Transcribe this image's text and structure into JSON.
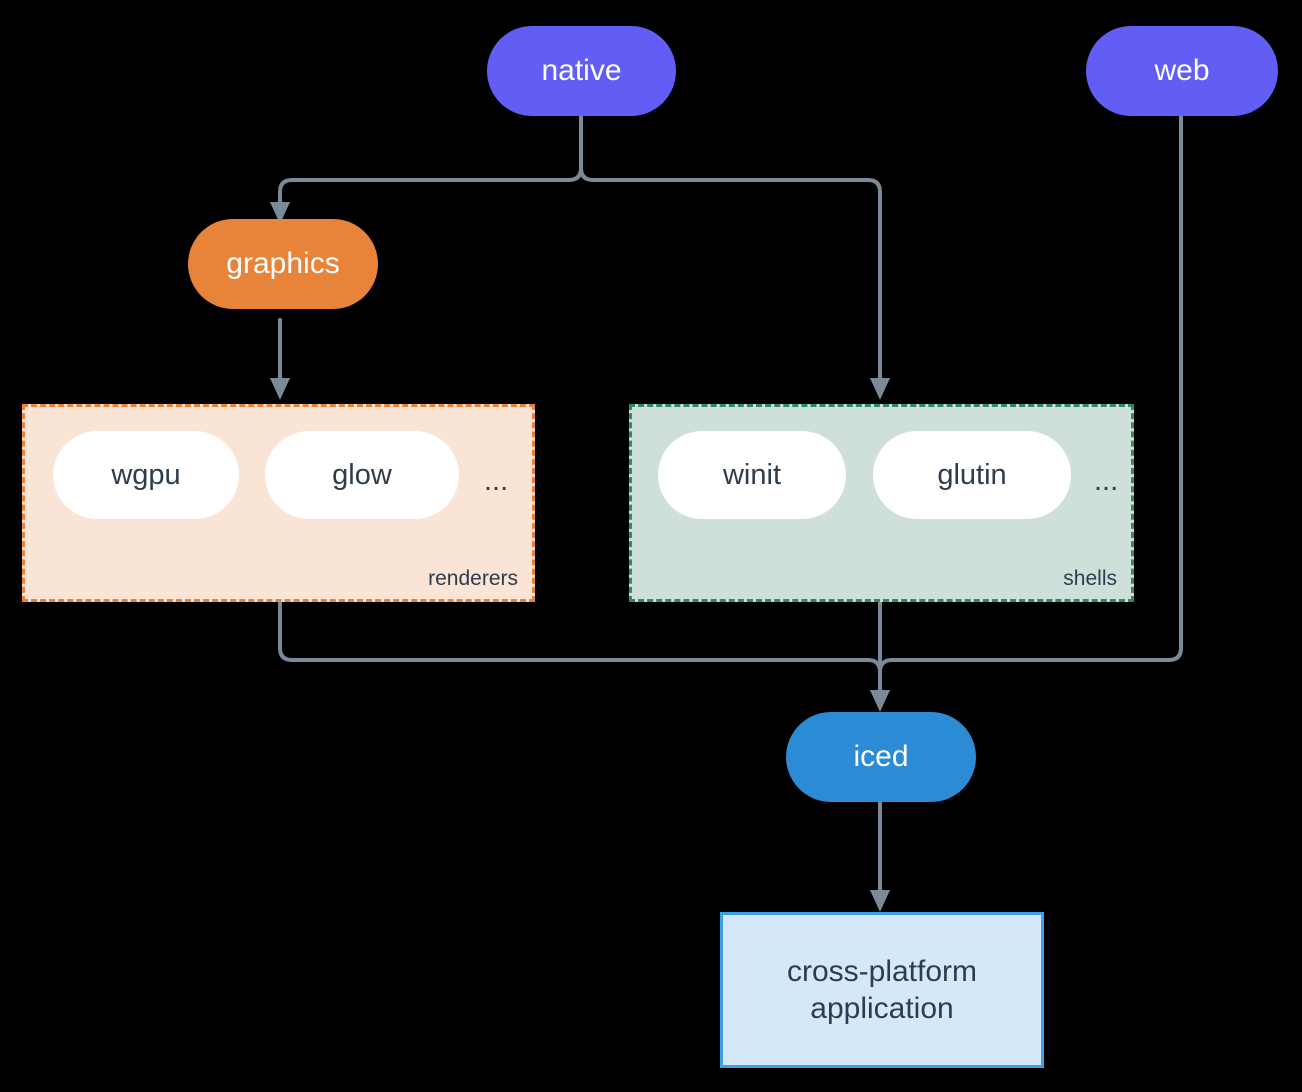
{
  "diagram": {
    "type": "flowchart",
    "direction": "top-down",
    "background": "#000000",
    "edge_color": "#7b8a99",
    "nodes": {
      "native": {
        "label": "native",
        "shape": "stadium",
        "fill": "#625df5",
        "text_color": "#ffffff"
      },
      "web": {
        "label": "web",
        "shape": "stadium",
        "fill": "#625df5",
        "text_color": "#ffffff"
      },
      "graphics": {
        "label": "graphics",
        "shape": "stadium",
        "fill": "#e8833a",
        "text_color": "#ffffff"
      },
      "iced": {
        "label": "iced",
        "shape": "stadium",
        "fill": "#2b8bd4",
        "text_color": "#ffffff"
      },
      "application": {
        "label_line1": "cross-platform",
        "label_line2": "application",
        "shape": "rect",
        "fill": "#d5e8fa",
        "border": "#3aa0e8",
        "text_color": "#2e3d4d"
      }
    },
    "clusters": [
      {
        "id": "renderers",
        "label": "renderers",
        "fill": "#fae4d6",
        "border": "#e8833a",
        "border_style": "dashed",
        "items": [
          {
            "label": "wgpu"
          },
          {
            "label": "glow"
          }
        ],
        "overflow": "..."
      },
      {
        "id": "shells",
        "label": "shells",
        "fill": "#cfe0da",
        "border": "#2b8a72",
        "border_style": "dashed",
        "items": [
          {
            "label": "winit"
          },
          {
            "label": "glutin"
          }
        ],
        "overflow": "..."
      }
    ],
    "edges": [
      {
        "from": "native",
        "to": "graphics"
      },
      {
        "from": "native",
        "to": "shells"
      },
      {
        "from": "graphics",
        "to": "renderers"
      },
      {
        "from": "renderers",
        "to": "iced"
      },
      {
        "from": "shells",
        "to": "iced"
      },
      {
        "from": "web",
        "to": "iced"
      },
      {
        "from": "iced",
        "to": "application"
      }
    ]
  }
}
